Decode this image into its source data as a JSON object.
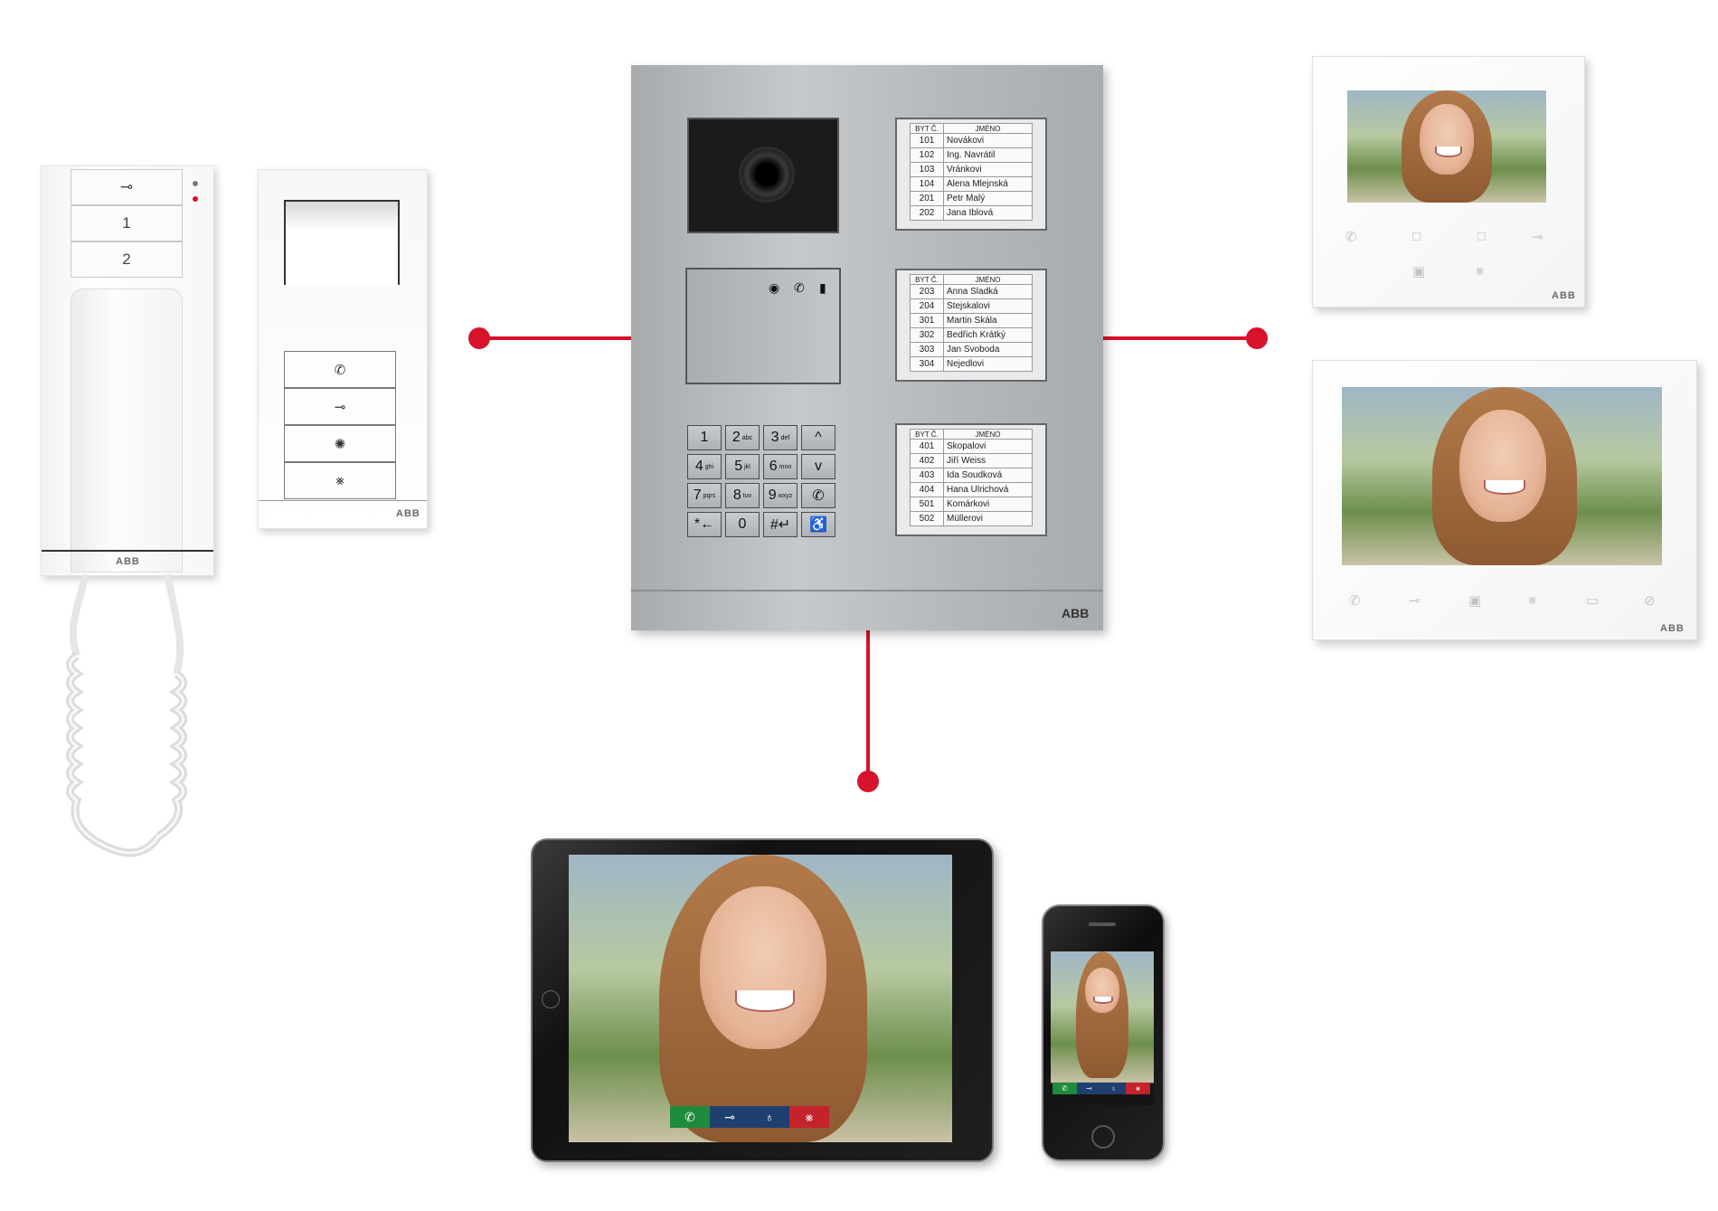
{
  "colors": {
    "connector": "#d6132a",
    "call_green": "#1e8a3c",
    "call_blue": "#1f3f6e",
    "call_red": "#c4232c"
  },
  "handset": {
    "buttons": [
      "1",
      "2"
    ],
    "icons": [
      "key-icon"
    ],
    "brand": "ABB"
  },
  "station": {
    "icons": [
      "phone-icon",
      "key-icon",
      "light-icon",
      "mute-icon"
    ],
    "brand": "ABB"
  },
  "panel": {
    "brand": "ABB",
    "status_icons": [
      "ear-icon",
      "phone-icon",
      "door-icon"
    ],
    "keypad": [
      {
        "d": "1",
        "s": ""
      },
      {
        "d": "2",
        "s": "abc"
      },
      {
        "d": "3",
        "s": "def"
      },
      {
        "d": "^",
        "s": ""
      },
      {
        "d": "4",
        "s": "ghi"
      },
      {
        "d": "5",
        "s": "jkl"
      },
      {
        "d": "6",
        "s": "mno"
      },
      {
        "d": "v",
        "s": ""
      },
      {
        "d": "7",
        "s": "pqrs"
      },
      {
        "d": "8",
        "s": "tuv"
      },
      {
        "d": "9",
        "s": "wxyz"
      },
      {
        "d": "✆",
        "s": ""
      },
      {
        "d": "*←",
        "s": ""
      },
      {
        "d": "0",
        "s": ""
      },
      {
        "d": "#↵",
        "s": ""
      },
      {
        "d": "♿",
        "s": ""
      }
    ],
    "nameplates": [
      {
        "header": [
          "BYT Č.",
          "JMÉNO"
        ],
        "rows": [
          [
            "101",
            "Novákovi"
          ],
          [
            "102",
            "Ing. Navrátil"
          ],
          [
            "103",
            "Vránkovi"
          ],
          [
            "104",
            "Alena Mlejnská"
          ],
          [
            "201",
            "Petr Malý"
          ],
          [
            "202",
            "Jana Iblová"
          ]
        ]
      },
      {
        "header": [
          "BYT Č.",
          "JMÉNO"
        ],
        "rows": [
          [
            "203",
            "Anna Sladká"
          ],
          [
            "204",
            "Stejskalovi"
          ],
          [
            "301",
            "Martin Skála"
          ],
          [
            "302",
            "Bedřich Krátký"
          ],
          [
            "303",
            "Jan Svoboda"
          ],
          [
            "304",
            "Nejedlovi"
          ]
        ]
      },
      {
        "header": [
          "BYT Č.",
          "JMÉNO"
        ],
        "rows": [
          [
            "401",
            "Skopalovi"
          ],
          [
            "402",
            "Jiří Weiss"
          ],
          [
            "403",
            "Ida Soudková"
          ],
          [
            "404",
            "Hana Ulrichová"
          ],
          [
            "501",
            "Komárkovi"
          ],
          [
            "502",
            "Müllerovi"
          ]
        ]
      }
    ]
  },
  "monitor_small": {
    "brand": "ABB"
  },
  "monitor_large": {
    "brand": "ABB"
  }
}
